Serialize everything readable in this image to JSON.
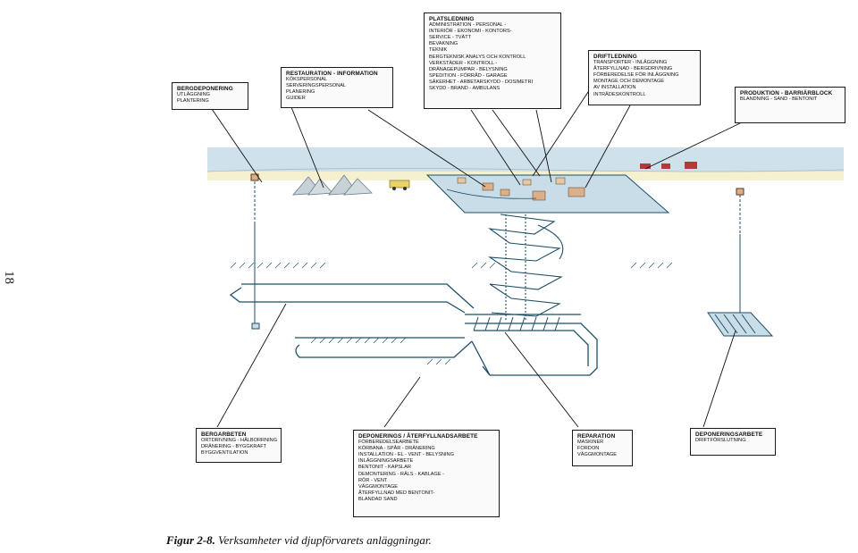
{
  "page_number": "18",
  "caption": {
    "figure": "Figur 2-8.",
    "text": "Verksamheter vid djupförvarets anläggningar."
  },
  "colors": {
    "sky": "#cfe2ec",
    "ground": "#f5f0cf",
    "platform": "#c9dde8",
    "line": "#1e4f66",
    "pile": "#c8d2d6",
    "building": "#d9b08a",
    "vehicle": "#b43a3a"
  },
  "boxes": {
    "platsledning": {
      "title": "PLATSLEDNING",
      "lines": [
        "ADMINISTRATION - PERSONAL -",
        "INTERIÖR - EKONOMI - KONTORS-",
        "SERVICE - TVÄTT",
        "BEVAKNING",
        "TEKNIK",
        "BERGTEKNISK ANALYS OCH KONTROLL",
        "VERKSTÄDER - KONTROLL -",
        "DRÄNAGEPUMPAR - BELYSNING",
        "SPEDITION - FÖRRÅD - GARAGE",
        "SÄKERHET - ARBETARSKYDD - DOSIMETRI",
        "SKYDD - BRAND - AMBULANS"
      ]
    },
    "restauration": {
      "title": "RESTAURATION - INFORMATION",
      "lines": [
        "KÖKSPERSONAL",
        "SERVERINGSPERSONAL",
        "PLANERING",
        "GUIDER"
      ]
    },
    "bergdeponering": {
      "title": "BERGDEPONERING",
      "lines": [
        "UTLÄGGNING",
        "PLANTERING"
      ]
    },
    "driftledning": {
      "title": "DRIFTLEDNING",
      "lines": [
        "TRANSPORTER - INLÄGGNING",
        "ÅTERFYLLNAD - BERGDRIVNING",
        "FÖRBEREDELSE FÖR INLÄGGNING",
        "MONTAGE OCH DEMONTAGE",
        "AV INSTALLATION",
        "INTRÄDESKONTROLL"
      ]
    },
    "produktion": {
      "title": "PRODUKTION - BARRIÄRBLOCK",
      "lines": [
        "BLANDNING - SAND - BENTONIT"
      ]
    },
    "bergarbeten": {
      "title": "BERGARBETEN",
      "lines": [
        "ORTDRIVNING - HÅLBORRNING",
        "DRÄNERING - BYGGKRAFT",
        "BYGGVENTILATION"
      ]
    },
    "deponerings_aterfyllnad": {
      "title": "DEPONERINGS / ÅTERFYLLNADSARBETE",
      "lines": [
        "FÖRBEREDELSEARBETE",
        "KÖRBANA - SPÅR - DRÄNERING",
        "INSTALLATION - EL - VENT - BELYSNING",
        "INLÄGGNINGSARBETE",
        "BENTONIT - KAPSLAR",
        "DEMONTERING - RÄLS - KABLAGE -",
        "RÖR - VENT",
        "VÄGGMONTAGE",
        "ÅTERFYLLNAD MED BENTONIT-",
        "BLANDAD SAND"
      ]
    },
    "reparation": {
      "title": "REPARATION",
      "lines": [
        "MASKINER",
        "FORDON",
        "VÄGGMONTAGE"
      ]
    },
    "deponeringsarbete": {
      "title": "DEPONERINGSARBETE",
      "lines": [
        "DRIFTFÖRSLUTNING"
      ]
    }
  }
}
